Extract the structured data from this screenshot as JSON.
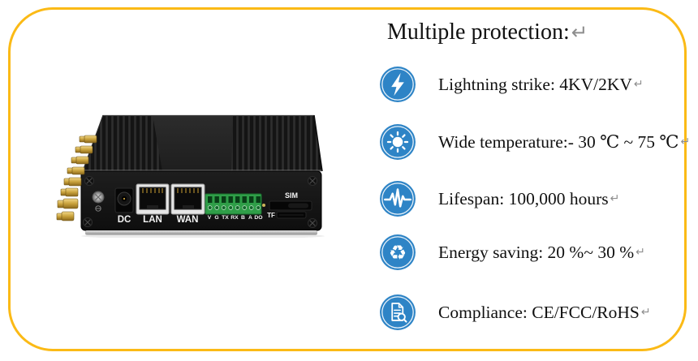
{
  "frame": {
    "border_color": "#FBBA16",
    "background": "#FFFFFF"
  },
  "accent": {
    "icon_blue": "#2E84C6"
  },
  "title": {
    "text": "Multiple protection:",
    "return_mark": "↵"
  },
  "features": [
    {
      "icon": "lightning-icon",
      "text": "Lightning strike: 4KV/2KV",
      "return_mark": "↵"
    },
    {
      "icon": "sun-icon",
      "text": "Wide temperature:- 30 ℃ ~ 75 ℃",
      "return_mark": "↵"
    },
    {
      "icon": "pulse-icon",
      "text": "Lifespan: 100,000 hours",
      "return_mark": "↵"
    },
    {
      "icon": "recycle-icon",
      "text": "Energy saving: 20 %~ 30 %",
      "return_mark": "↵"
    },
    {
      "icon": "document-search-icon",
      "text": "Compliance: CE/FCC/RoHS",
      "return_mark": "↵"
    }
  ],
  "device": {
    "description": "black industrial router, finned enclosure, gold antenna connectors",
    "ports": {
      "dc": "DC",
      "lan": "LAN",
      "wan": "WAN",
      "terminal_pins": [
        "V",
        "G",
        "TX",
        "RX",
        "B",
        "A",
        "DO"
      ],
      "sim": "SIM",
      "tf": "TF"
    }
  }
}
